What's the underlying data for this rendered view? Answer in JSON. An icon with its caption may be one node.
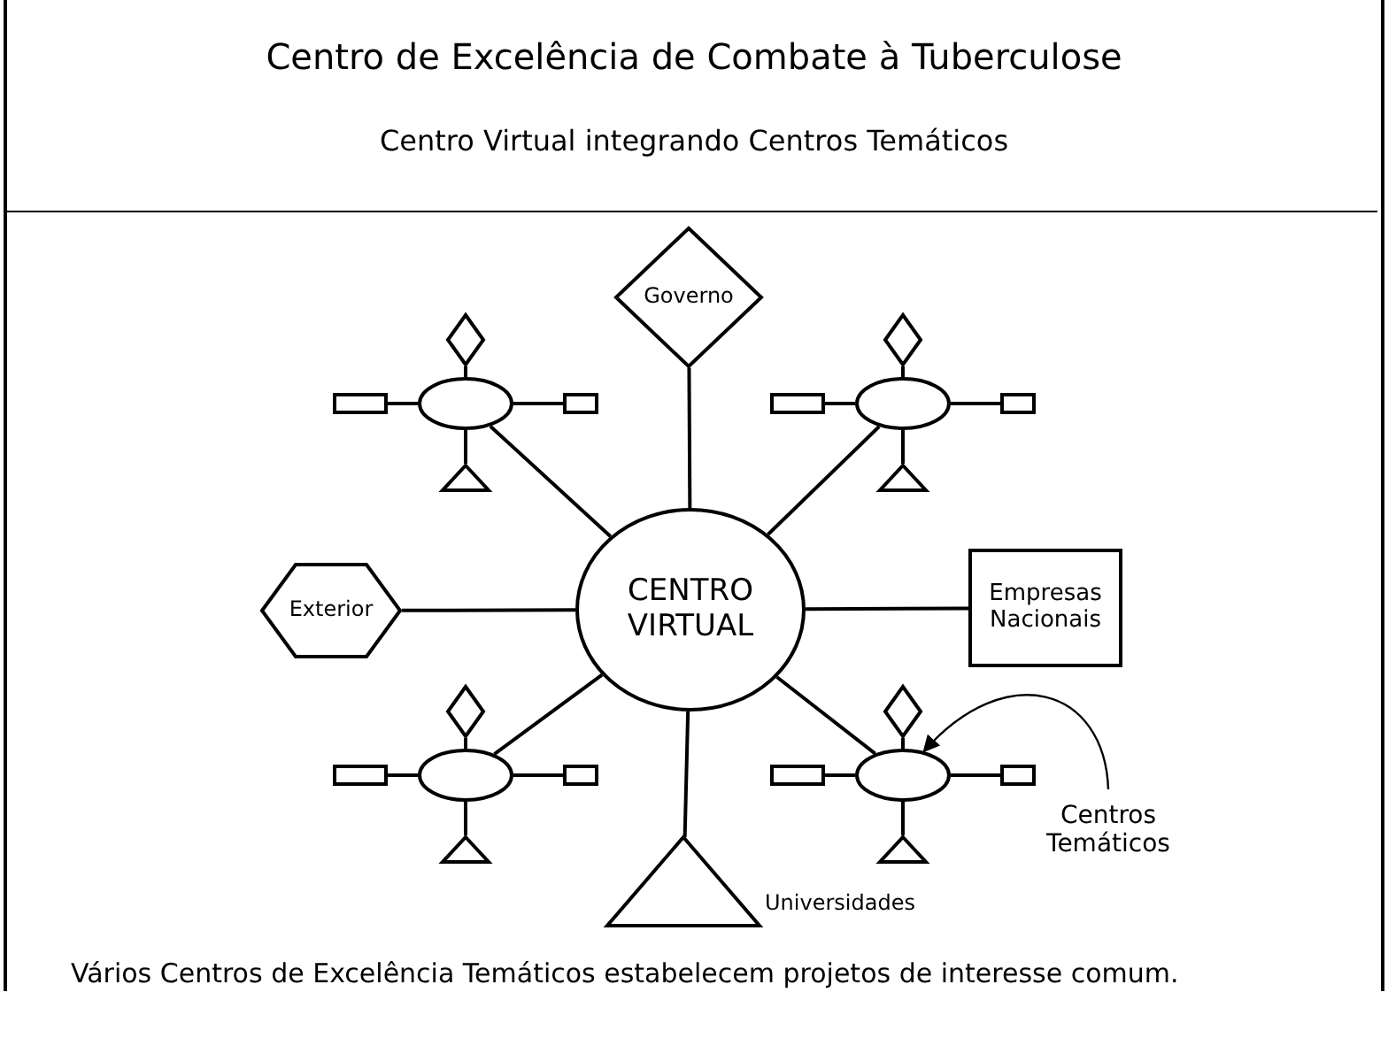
{
  "diagram": {
    "title": "Centro de Excelência de Combate à Tuberculose",
    "caption": "Vários Centros de Excelência Temáticos estabelecem projetos de interesse comum.",
    "nodes": [
      {
        "text": [
          "CENTRO VIRTUAL"
        ]
      },
      {
        "text": [
          "Governo"
        ]
      },
      {
        "text": [
          "Exterior"
        ]
      },
      {
        "text": [
          "Empresas Nacionais"
        ]
      },
      {
        "text": [
          "Universidades"
        ]
      },
      {
        "text": [
          "Centros Temáticos"
        ]
      },
      {
        "text": [],
        "shape": "diamond"
      },
      {
        "text": [],
        "shape": "box"
      },
      {
        "text": [],
        "shape": "ellipse"
      },
      {
        "text": [],
        "shape": "box"
      },
      {
        "text": [],
        "shape": "triangle"
      },
      {
        "text": [],
        "shape": "diamond"
      },
      {
        "text": [],
        "shape": "box"
      },
      {
        "text": [],
        "shape": "ellipse"
      },
      {
        "text": [],
        "shape": "box"
      },
      {
        "text": [],
        "shape": "triangle"
      },
      {
        "text": [],
        "shape": "diamond"
      },
      {
        "text": [],
        "shape": "box"
      },
      {
        "text": [],
        "shape": "ellipse"
      },
      {
        "text": [],
        "shape": "box"
      },
      {
        "text": [],
        "shape": "triangle"
      },
      {
        "text": [],
        "shape": "diamond"
      },
      {
        "text": [],
        "shape": "box"
      },
      {
        "text": [],
        "shape": "ellipse"
      },
      {
        "text": [],
        "shape": "box"
      },
      {
        "text": [],
        "shape": "triangle"
      }
    ],
    "edges": [
      {
        "from": 0,
        "to": 1,
        "arrow": "none"
      },
      {
        "from": 0,
        "to": 2,
        "arrow": "none"
      },
      {
        "from": 0,
        "to": 3,
        "arrow": "none"
      },
      {
        "from": 0,
        "to": 4,
        "arrow": "none"
      },
      {
        "from": 0,
        "to": 8,
        "arrow": "none"
      },
      {
        "from": 0,
        "to": 13,
        "arrow": "none"
      },
      {
        "from": 0,
        "to": 18,
        "arrow": "none"
      },
      {
        "from": 0,
        "to": 23,
        "arrow": "none"
      },
      {
        "from": 8,
        "to": 6,
        "arrow": "none"
      },
      {
        "from": 8,
        "to": 7,
        "arrow": "none"
      },
      {
        "from": 8,
        "to": 9,
        "arrow": "none"
      },
      {
        "from": 8,
        "to": 10,
        "arrow": "none"
      },
      {
        "from": 13,
        "to": 11,
        "arrow": "none"
      },
      {
        "from": 13,
        "to": 12,
        "arrow": "none"
      },
      {
        "from": 13,
        "to": 14,
        "arrow": "none"
      },
      {
        "from": 13,
        "to": 15,
        "arrow": "none"
      },
      {
        "from": 18,
        "to": 16,
        "arrow": "none"
      },
      {
        "from": 18,
        "to": 17,
        "arrow": "none"
      },
      {
        "from": 18,
        "to": 19,
        "arrow": "none"
      },
      {
        "from": 18,
        "to": 20,
        "arrow": "none"
      },
      {
        "from": 23,
        "to": 21,
        "arrow": "none"
      },
      {
        "from": 23,
        "to": 22,
        "arrow": "none"
      },
      {
        "from": 23,
        "to": 24,
        "arrow": "none"
      },
      {
        "from": 23,
        "to": 25,
        "arrow": "none"
      },
      {
        "from": 5,
        "to": 23,
        "arrow": "to"
      }
    ],
    "labels": [
      "Centro Virtual integrando Centros Temáticos"
    ]
  }
}
